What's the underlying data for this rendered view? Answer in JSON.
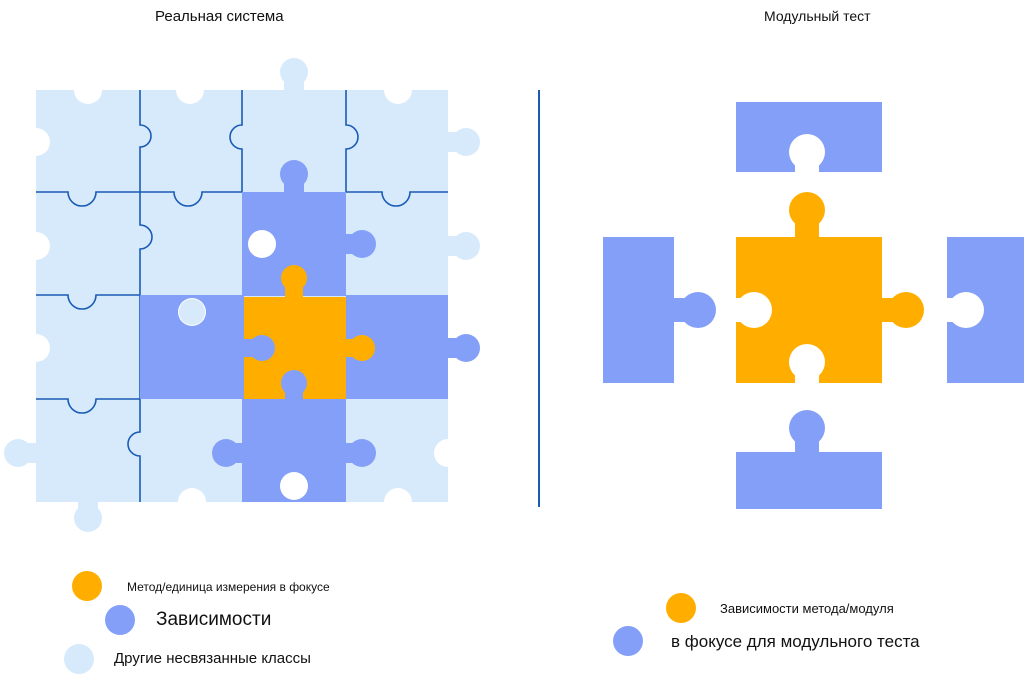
{
  "titles": {
    "left": "Реальная система",
    "right": "Модульный тест"
  },
  "colors": {
    "focus": "#FFAE00",
    "dependency": "#849FF8",
    "unrelated": "#D6EAFC",
    "line": "#1A5BB5"
  },
  "legend_left": {
    "focus_label": "Метод/единица измерения в фокусе",
    "dependency_label": "Зависимости",
    "unrelated_label": "Другие несвязанные классы"
  },
  "legend_right": {
    "deps_label": "Зависимости метода/модуля",
    "focus_label": "в фокусе для модульного теста"
  }
}
